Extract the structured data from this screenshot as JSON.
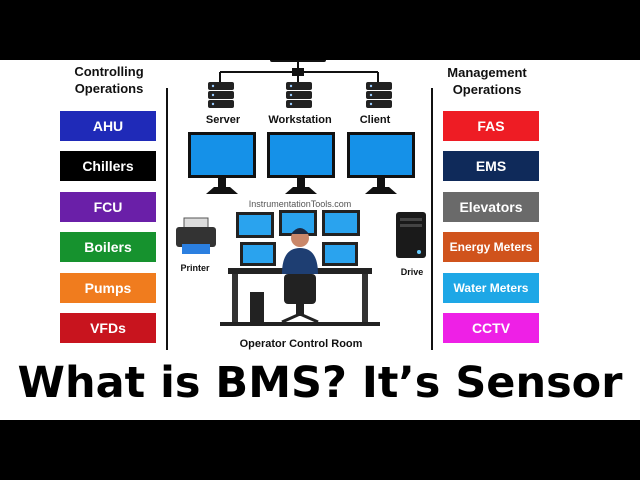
{
  "left": {
    "title_line1": "Controlling",
    "title_line2": "Operations",
    "items": [
      {
        "label": "AHU",
        "color": "#1f2ab8"
      },
      {
        "label": "Chillers",
        "color": "#000000"
      },
      {
        "label": "FCU",
        "color": "#6a1fa8"
      },
      {
        "label": "Boilers",
        "color": "#16922e"
      },
      {
        "label": "Pumps",
        "color": "#f07c1e"
      },
      {
        "label": "VFDs",
        "color": "#c8141e"
      }
    ]
  },
  "right": {
    "title_line1": "Management",
    "title_line2": "Operations",
    "items": [
      {
        "label": "FAS",
        "color": "#ee1c24"
      },
      {
        "label": "EMS",
        "color": "#0f2a5a"
      },
      {
        "label": "Elevators",
        "color": "#6a6a6a"
      },
      {
        "label": "Energy Meters",
        "color": "#d0531c"
      },
      {
        "label": "Water Meters",
        "color": "#1ea7e6"
      },
      {
        "label": "CCTV",
        "color": "#ee20e6"
      }
    ]
  },
  "center": {
    "servers": [
      "Server",
      "Workstation",
      "Client"
    ],
    "watermark": "InstrumentationTools.com",
    "printer": "Printer",
    "drive": "Drive",
    "room": "Operator Control Room"
  },
  "headline": "What is BMS? It’s Sensor"
}
